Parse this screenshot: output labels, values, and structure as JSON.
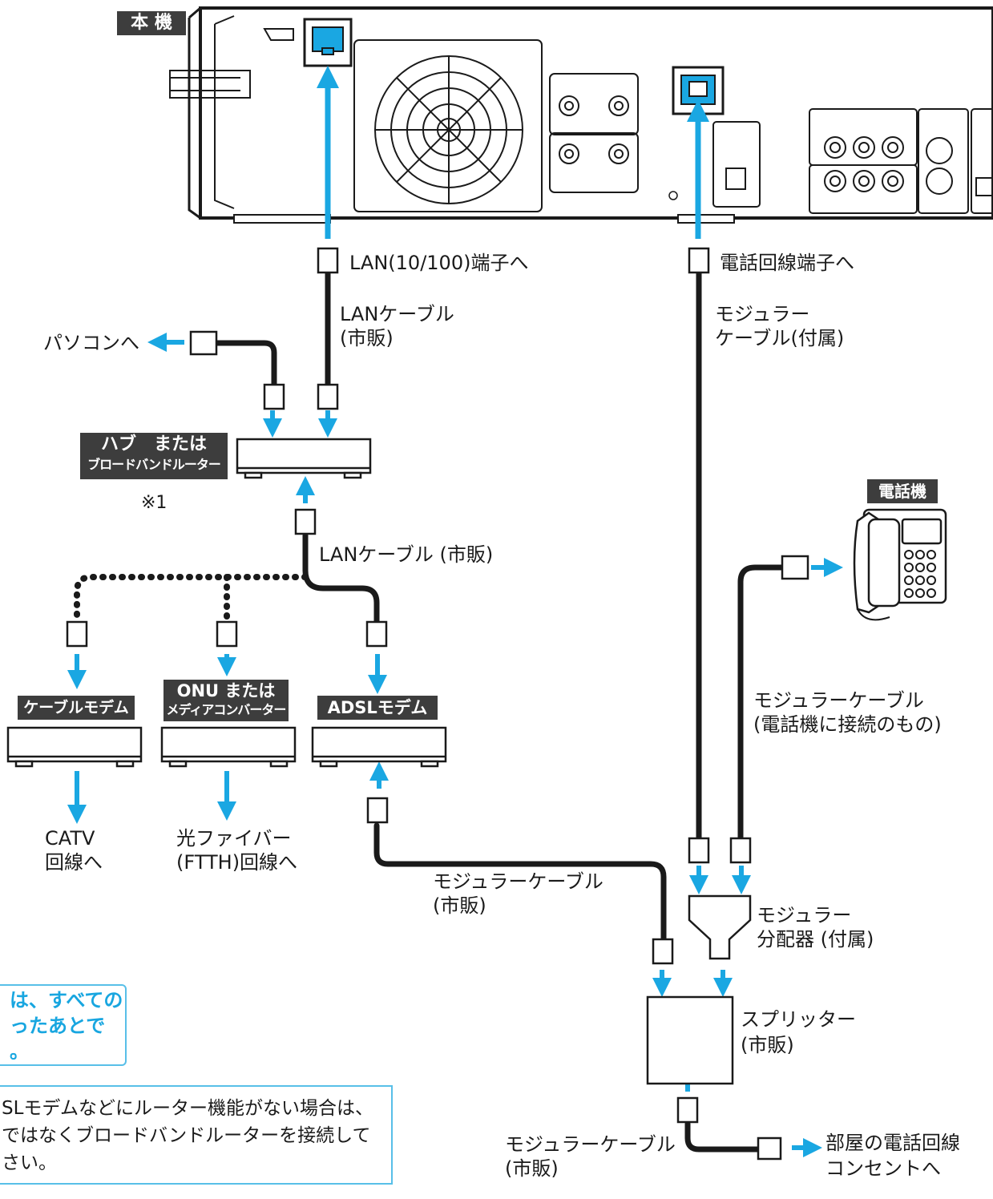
{
  "colors": {
    "arrow": "#1aa7e2",
    "tag_bg": "#3d3d3d",
    "cable": "#1a1a1a",
    "note_border": "#58bfe8"
  },
  "device_tags": {
    "main_unit": "本 機",
    "hub_line1": "ハブ　または",
    "hub_line2": "ブロードバンドルーター",
    "telephone": "電話機",
    "cable_modem": "ケーブルモデム",
    "onu_line1": "ONU または",
    "onu_line2": "メディアコンバーター",
    "adsl_modem": "ADSLモデム"
  },
  "labels": {
    "lan_port": "LAN(10/100)端子へ",
    "phone_port": "電話回線端子へ",
    "lan_cable_1": "LANケーブル",
    "lan_cable_1_sub": "(市販)",
    "to_pc": "パソコンへ",
    "modular_cable_1": "モジュラー",
    "modular_cable_1_sub": "ケーブル(付属)",
    "footnote_mark": "※1",
    "lan_cable_2": "LANケーブル (市販)",
    "modular_cable_phone": "モジュラーケーブル",
    "modular_cable_phone_sub": "(電話機に接続のもの)",
    "catv_line1": "CATV",
    "catv_line2": "回線へ",
    "fiber_line1": "光ファイバー",
    "fiber_line2": "(FTTH)回線へ",
    "modular_cable_adsl": "モジュラーケーブル",
    "modular_cable_adsl_sub": "(市販)",
    "modular_splitter": "モジュラー",
    "modular_splitter_sub": "分配器 (付属)",
    "splitter": "スプリッター",
    "splitter_sub": "(市販)",
    "modular_cable_wall": "モジュラーケーブル",
    "modular_cable_wall_sub": "(市販)",
    "wall_jack_line1": "部屋の電話回線",
    "wall_jack_line2": "コンセントへ"
  },
  "notes": {
    "blue_note_lines": [
      "は、すべての",
      "ったあとで",
      "。"
    ],
    "plain_note_lines": [
      "SLモデムなどにルーター機能がない場合は、",
      "ではなくブロードバンドルーターを接続して",
      "さい。"
    ]
  }
}
